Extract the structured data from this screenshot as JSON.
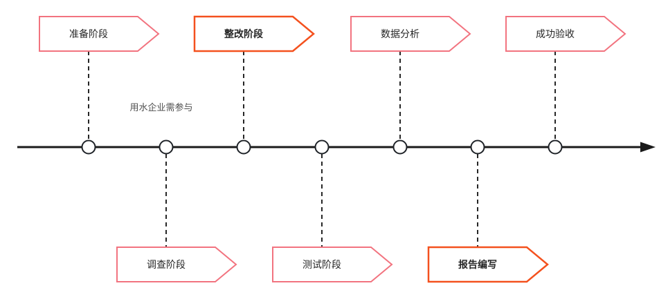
{
  "diagram": {
    "type": "milestone-timeline",
    "annotation": "用水企业需参与",
    "colors": {
      "pink_border": "#f2737f",
      "orange_border": "#f4511e",
      "timeline": "#1a1a1a",
      "node_stroke": "#1f2328",
      "node_fill": "#ffffff",
      "box_fill": "#ffffff",
      "connector": "#000000",
      "label_text": "#262626",
      "annotation_text": "#4d4d4d"
    },
    "milestones": [
      {
        "label": "准备阶段",
        "position": "above",
        "emphasis": false
      },
      {
        "label": "调查阶段",
        "position": "below",
        "emphasis": false
      },
      {
        "label": "整改阶段",
        "position": "above",
        "emphasis": true
      },
      {
        "label": "测试阶段",
        "position": "below",
        "emphasis": false
      },
      {
        "label": "数据分析",
        "position": "above",
        "emphasis": false
      },
      {
        "label": "报告编写",
        "position": "below",
        "emphasis": true
      },
      {
        "label": "成功验收",
        "position": "above",
        "emphasis": false
      }
    ]
  }
}
